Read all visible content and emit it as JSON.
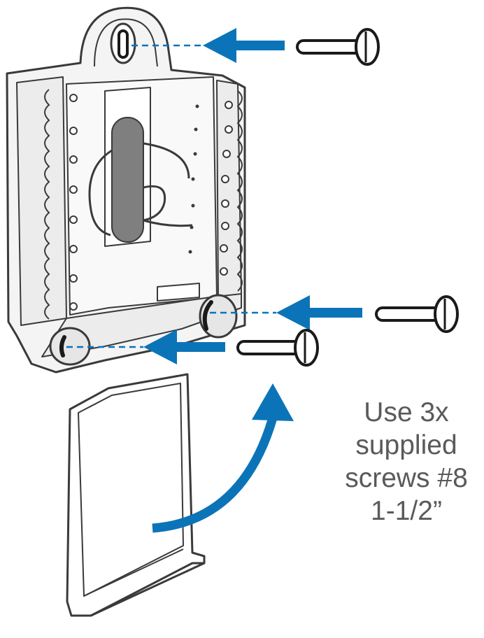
{
  "caption": {
    "lines": [
      "Use 3x",
      "supplied",
      "screws #8",
      "1-1/2”"
    ]
  },
  "colors": {
    "arrow": "#0b74b8",
    "outline": "#3a3a3a",
    "plate": "#ececec",
    "wire_bundle": "#7f7f7f",
    "caption_text": "#5a5a5a"
  },
  "parts": {
    "wall_plate": "thermostat-wallplate",
    "door": "wiring-door",
    "screws": 3,
    "mounting_holes": 3
  }
}
